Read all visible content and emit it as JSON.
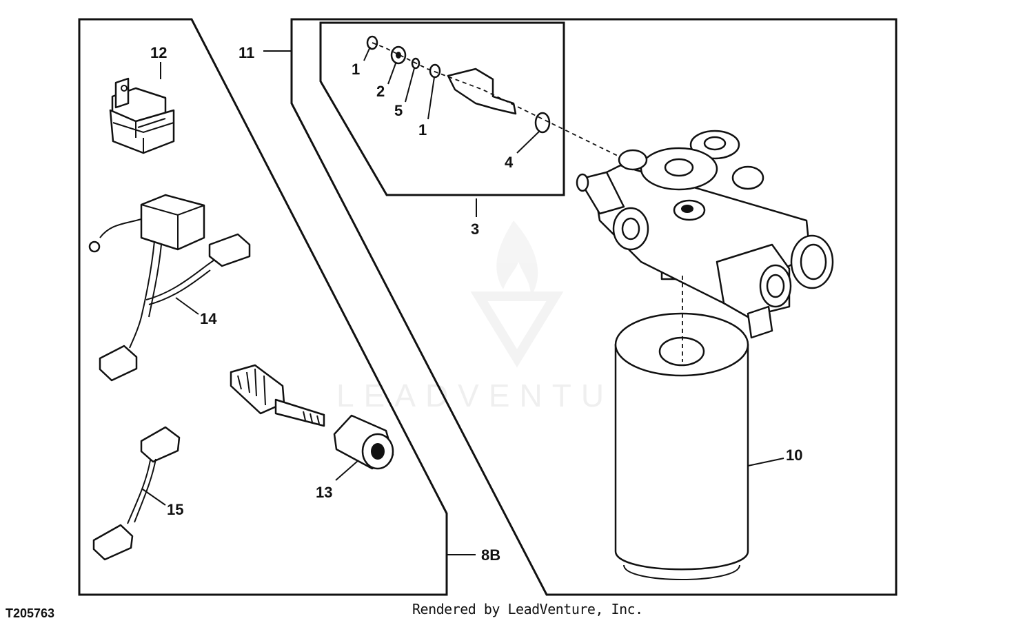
{
  "figure_id": "T205763",
  "credit": "Rendered by LeadVenture, Inc.",
  "watermark": "LEADVENTURE",
  "callouts": {
    "c1a": "1",
    "c2": "2",
    "c5": "5",
    "c1b": "1",
    "c4": "4",
    "c3": "3",
    "c11": "11",
    "c12": "12",
    "c14": "14",
    "c13": "13",
    "c15": "15",
    "c10": "10",
    "c8b": "8B"
  }
}
